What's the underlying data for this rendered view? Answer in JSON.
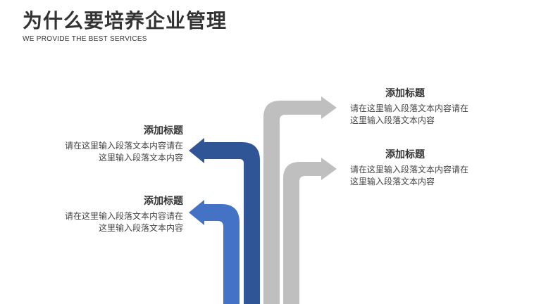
{
  "header": {
    "title": "为什么要培养企业管理",
    "subtitle": "WE PROVIDE THE BEST SERVICES"
  },
  "colors": {
    "dark_blue": "#2F5597",
    "light_blue": "#4472C4",
    "gray": "#BFBFBF"
  },
  "blocks": {
    "left_top": {
      "heading": "添加标题",
      "line1": "请在这里输入段落文本内容请在",
      "line2": "这里输入段落文本内容"
    },
    "left_bottom": {
      "heading": "添加标题",
      "line1": "请在这里输入段落文本内容请在",
      "line2": "这里输入段落文本内容"
    },
    "right_top": {
      "heading": "添加标题",
      "line1": "请在这里输入段落文本内容请在",
      "line2": "这里输入段落文本内容"
    },
    "right_bottom": {
      "heading": "添加标题",
      "line1": "请在这里输入段落文本内容请在",
      "line2": "这里输入段落文本内容"
    }
  }
}
